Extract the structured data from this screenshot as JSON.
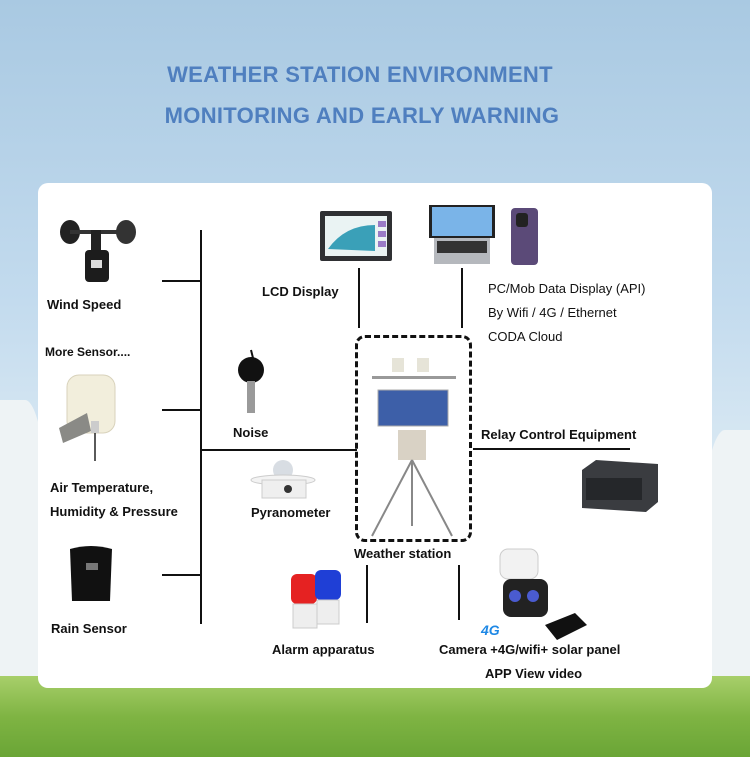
{
  "title": {
    "line1": "WEATHER STATION ENVIRONMENT",
    "line2": "MONITORING AND EARLY WARNING"
  },
  "labels": {
    "wind_speed": "Wind Speed",
    "more_sensor": "More Sensor....",
    "air_temp_1": "Air Temperature,",
    "air_temp_2": "Humidity & Pressure",
    "rain_sensor": "Rain Sensor",
    "lcd_display": "LCD Display",
    "noise": "Noise",
    "pyranometer": "Pyranometer",
    "weather_station": "Weather station",
    "alarm": "Alarm apparatus",
    "pc_1": "PC/Mob Data Display (API)",
    "pc_2": "By Wifi / 4G / Ethernet",
    "pc_3": "CODA Cloud",
    "relay": "Relay Control Equipment",
    "camera_1": "Camera +4G/wifi+ solar panel",
    "camera_2": "APP View video",
    "camera_badge": "4G"
  },
  "colors": {
    "title": "#4f7fbf",
    "badge": "#1e88e5"
  }
}
